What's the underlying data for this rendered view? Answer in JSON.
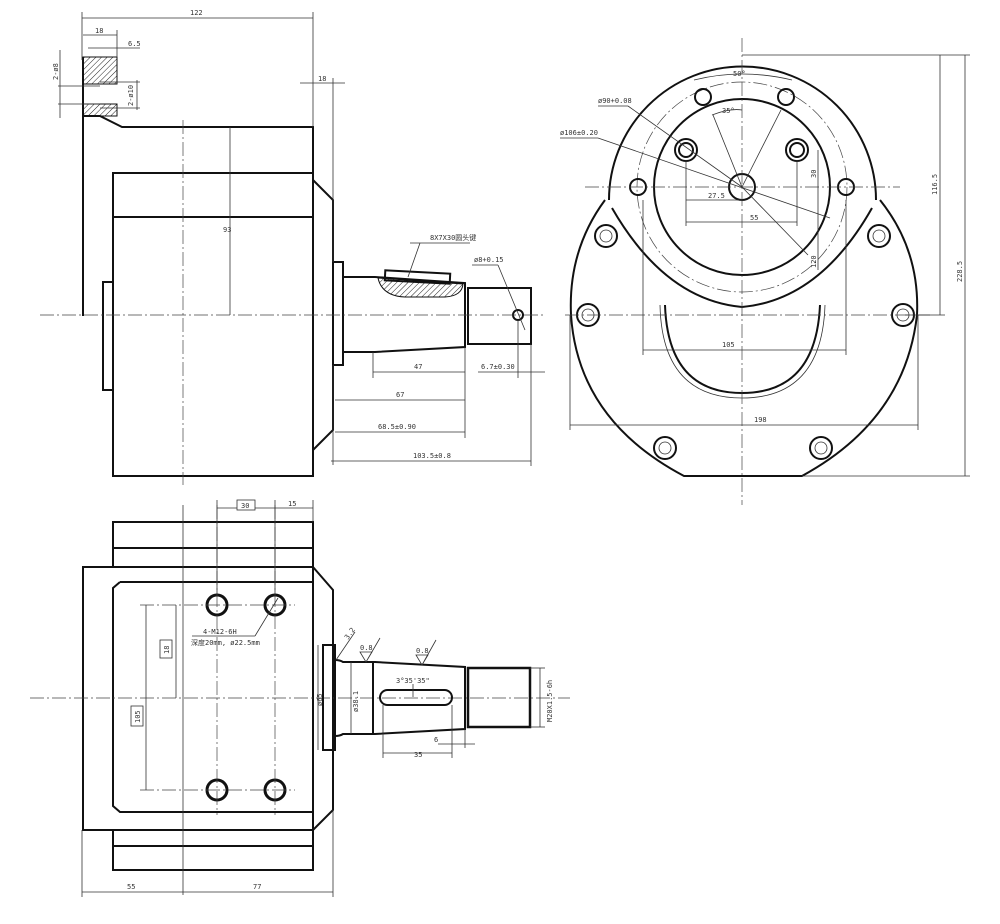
{
  "drawing": {
    "front_view": {
      "overall_length": "122",
      "flange_thickness": "18",
      "hole_offset": "6.5",
      "hole_dia_a": "2-ø8",
      "hole_dia_b": "2-ø10",
      "flange_to_shaft": "18",
      "center_height": "93",
      "key_note": "8X7X30圆头键",
      "pin_hole": "ø8+0.15",
      "key_length": "47",
      "shaft_length": "67",
      "shaft_length_tol": "68.5±0.90",
      "total_shaft": "103.5±0.8",
      "pin_offset": "6.7±0.30"
    },
    "side_view": {
      "bolt_circle": "ø90+0.08",
      "pilot_dia": "ø106±0.20",
      "angle_outer": "50°",
      "angle_inner": "35°",
      "half_spacing": "27.5",
      "hole_spacing": "55",
      "vertical_offset": "30",
      "radius": "120",
      "inner_width": "105",
      "overall_width": "198",
      "center_height": "116.5",
      "overall_height": "228.5"
    },
    "bottom_view": {
      "hole_pitch_x": "30",
      "edge_offset": "15",
      "thread_note": "4-M12-6H",
      "thread_depth": "深度20mm, ø22.5mm",
      "hole_pitch_half": "18",
      "hole_pitch_y": "105",
      "base_left": "55",
      "base_right": "77",
      "flange_dia": "ø65",
      "shaft_dia": "ø38.1",
      "taper_angle": "3°35'35\"",
      "roughness_a": "0.8",
      "roughness_b": "0.8",
      "roughness_c": "3.2",
      "key_offset": "6",
      "key_length": "35",
      "thread_spec": "M20X1.5-6h"
    }
  }
}
